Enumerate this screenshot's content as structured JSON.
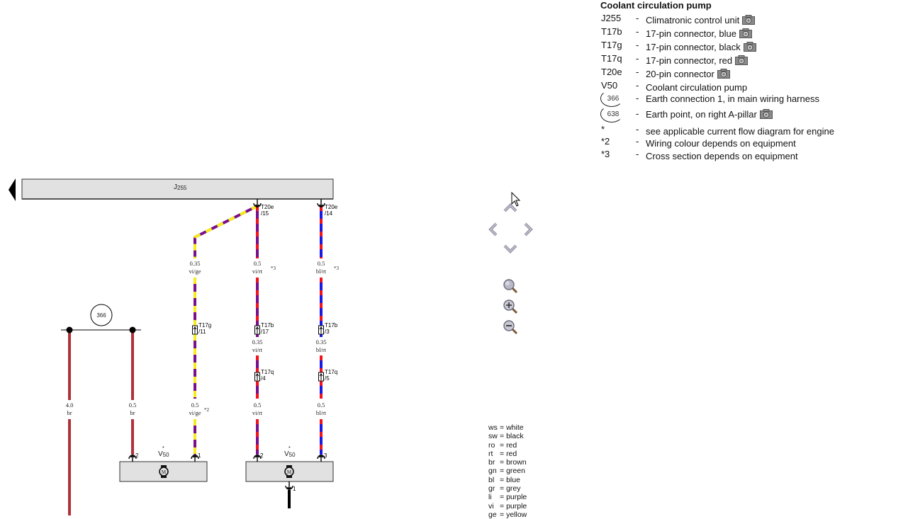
{
  "legend": {
    "title": "Coolant circulation pump",
    "items": [
      {
        "code": "J255",
        "dash": "-",
        "desc": "Climatronic control unit",
        "camera": true
      },
      {
        "code": "T17b",
        "dash": "-",
        "desc": "17-pin connector, blue",
        "camera": true
      },
      {
        "code": "T17g",
        "dash": "-",
        "desc": "17-pin connector, black",
        "camera": true
      },
      {
        "code": "T17q",
        "dash": "-",
        "desc": "17-pin connector, red",
        "camera": true
      },
      {
        "code": "T20e",
        "dash": "-",
        "desc": "20-pin connector",
        "camera": true
      },
      {
        "code": "V50",
        "dash": "-",
        "desc": "Coolant circulation pump",
        "camera": false
      }
    ],
    "earth_items": [
      {
        "code": "366",
        "dash": "-",
        "desc": "Earth connection 1, in main wiring harness",
        "camera": false
      },
      {
        "code": "638",
        "dash": "-",
        "desc": "Earth point, on right A-pillar",
        "camera": true
      }
    ],
    "notes": [
      {
        "code": "*",
        "dash": "-",
        "desc": "see applicable current flow diagram for engine"
      },
      {
        "code": "*2",
        "dash": "-",
        "desc": "Wiring colour depends on equipment"
      },
      {
        "code": "*3",
        "dash": "-",
        "desc": "Cross section depends on equipment"
      }
    ]
  },
  "navigation": {
    "up": "pan-up",
    "left": "pan-left",
    "right": "pan-right",
    "down": "pan-down",
    "zoom_fit": "zoom-fit",
    "zoom_in": "zoom-in",
    "zoom_out": "zoom-out"
  },
  "color_key": [
    {
      "code": "ws",
      "name": "white"
    },
    {
      "code": "sw",
      "name": "black"
    },
    {
      "code": "ro",
      "name": "red"
    },
    {
      "code": "rt",
      "name": "red"
    },
    {
      "code": "br",
      "name": "brown"
    },
    {
      "code": "gn",
      "name": "green"
    },
    {
      "code": "bl",
      "name": "blue"
    },
    {
      "code": "gr",
      "name": "grey"
    },
    {
      "code": "li",
      "name": "purple"
    },
    {
      "code": "vi",
      "name": "purple"
    },
    {
      "code": "ge",
      "name": "yellow"
    }
  ],
  "diagram": {
    "control_unit": {
      "label": "J",
      "sub": "255"
    },
    "colors": {
      "purple": "#7a0f8c",
      "yellow": "#f4ec1c",
      "red": "#f0141e",
      "blue": "#1a1ae6",
      "brown": "#b0313a",
      "component_fill": "#e1e1e1",
      "black": "#000000"
    },
    "pins_top": [
      {
        "connector": "T20e",
        "pin": "/15"
      },
      {
        "connector": "T20e",
        "pin": "/14"
      }
    ],
    "earth": {
      "label": "366"
    },
    "wires": [
      {
        "id": "w1",
        "size": "4.0",
        "color": "br",
        "note": ""
      },
      {
        "id": "w2",
        "size": "0.5",
        "color": "br",
        "note": ""
      },
      {
        "id": "w3a",
        "size": "0.35",
        "color": "vi/ge",
        "note": ""
      },
      {
        "id": "w3b",
        "size": "0.5",
        "color": "vi/ge",
        "note": "*2"
      },
      {
        "id": "w4a",
        "size": "0.5",
        "color": "vi/rt",
        "note": "*3"
      },
      {
        "id": "w4b",
        "size": "0.35",
        "color": "vi/rt",
        "note": ""
      },
      {
        "id": "w4c",
        "size": "0.5",
        "color": "vi/rt",
        "note": ""
      },
      {
        "id": "w5a",
        "size": "0.5",
        "color": "bl/rt",
        "note": "*3"
      },
      {
        "id": "w5b",
        "size": "0.35",
        "color": "bl/rt",
        "note": ""
      },
      {
        "id": "w5c",
        "size": "0.5",
        "color": "bl/rt",
        "note": ""
      }
    ],
    "connectors": [
      {
        "connector": "T17g",
        "pin": "/11"
      },
      {
        "connector": "T17b",
        "pin": "/17"
      },
      {
        "connector": "T17b",
        "pin": "/3"
      },
      {
        "connector": "T17q",
        "pin": "/4"
      },
      {
        "connector": "T17q",
        "pin": "/5"
      }
    ],
    "pumps": [
      {
        "label": "V",
        "sub": "50",
        "star": "*",
        "pin_left": "2",
        "pin_right": "1"
      },
      {
        "label": "V",
        "sub": "50",
        "star": "*",
        "pin_left": "2",
        "pin_right": "3",
        "pin_bottom": "1"
      }
    ],
    "motor_symbol": "M"
  }
}
